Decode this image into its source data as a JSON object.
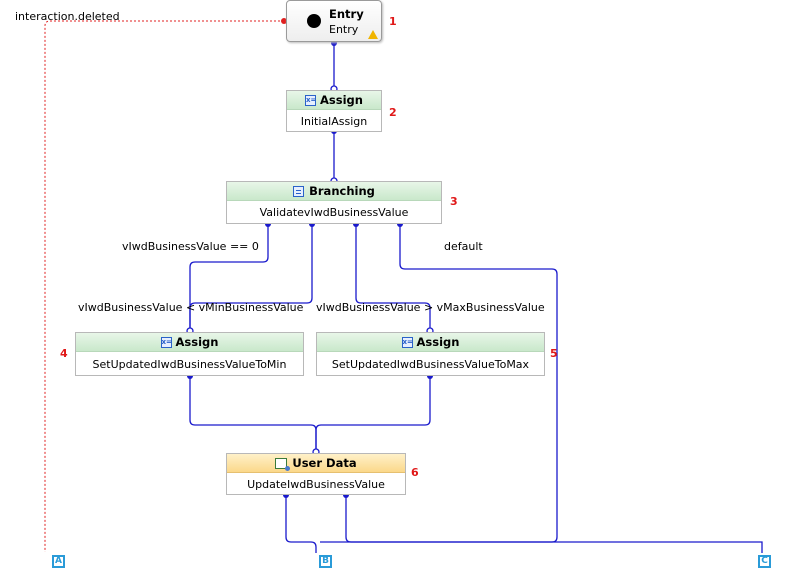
{
  "entry": {
    "title": "Entry",
    "subtitle": "Entry"
  },
  "nodes": {
    "assign_initial": {
      "type": "Assign",
      "label": "InitialAssign"
    },
    "branching": {
      "type": "Branching",
      "label": "ValidatevIwdBusinessValue"
    },
    "assign_min": {
      "type": "Assign",
      "label": "SetUpdatedIwdBusinessValueToMin"
    },
    "assign_max": {
      "type": "Assign",
      "label": "SetUpdatedIwdBusinessValueToMax"
    },
    "user_data": {
      "type": "User Data",
      "label": "UpdateIwdBusinessValue"
    }
  },
  "numbers": {
    "n1": "1",
    "n2": "2",
    "n3": "3",
    "n4": "4",
    "n5": "5",
    "n6": "6"
  },
  "edge_labels": {
    "deleted": "interaction.deleted",
    "eq_zero": "vIwdBusinessValue == 0",
    "lt_min": "vIwdBusinessValue < vMinBusinessValue",
    "gt_max": "vIwdBusinessValue > vMaxBusinessValue",
    "default": "default"
  },
  "terminals": {
    "a": "A",
    "b": "B",
    "c": "C"
  },
  "icons": [
    "assign-icon",
    "branching-icon",
    "user-data-icon",
    "warning-icon",
    "start-dot-icon"
  ],
  "colors": {
    "wire": "#1a1acc",
    "deleted_wire": "#e02020",
    "node_header_green": "#c9e8cb",
    "node_header_orange": "#fbd88a",
    "terminal": "#2a9bd8",
    "step_number": "#e01818"
  }
}
